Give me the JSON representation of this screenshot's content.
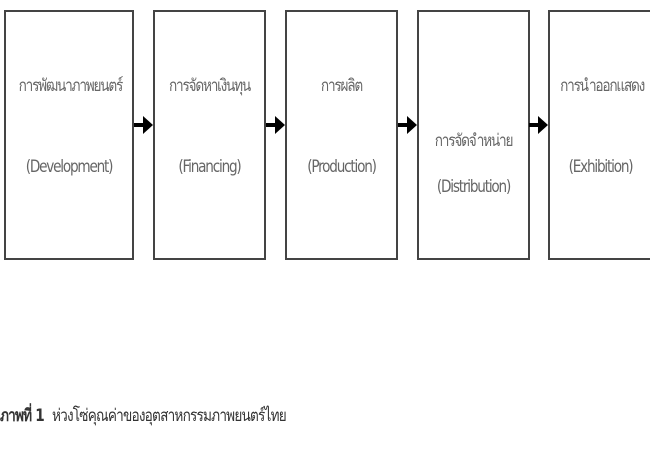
{
  "steps": [
    {
      "thai": "การพัฒนาภาพยนตร์",
      "en": "(Development)"
    },
    {
      "thai": "การจัดหาเงินทุน",
      "en": "(Financing)"
    },
    {
      "thai": "การผลิต",
      "en": "(Production)"
    },
    {
      "thai": "การจัดจำหน่าย",
      "en": "(Distribution)"
    },
    {
      "thai": "การนำออกแสดง",
      "en": "(Exhibition)"
    }
  ],
  "caption": {
    "label": "ภาพที่ 1",
    "text": "ห่วงโซ่คุณค่าของอุตสาหกรรมภาพยนตร์ไทย"
  }
}
